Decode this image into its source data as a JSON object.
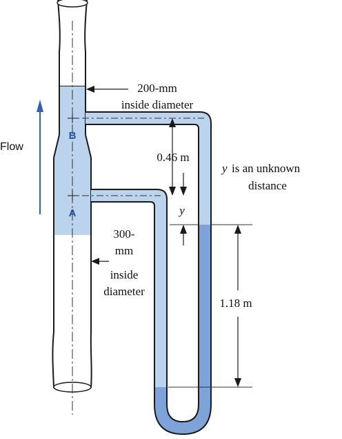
{
  "labels": {
    "flow": "Flow",
    "diameter_top_1": "200-mm",
    "diameter_top_2": "inside diameter",
    "diameter_bottom_1": "300-",
    "diameter_bottom_2": "mm",
    "diameter_bottom_3": "inside",
    "diameter_bottom_4": "diameter",
    "height_046": "0.46 m",
    "y_symbol": "y",
    "unknown_1": "is an unknown",
    "unknown_2": "distance",
    "height_118": "1.18 m",
    "point_a": "A",
    "point_b": "B"
  },
  "colors": {
    "fluid": "#bcd3ee",
    "gauge_fluid": "#7ea3d8",
    "outline": "#1a1a1a",
    "arrow": "#2f62b5",
    "point_label": "#1f57a8"
  }
}
